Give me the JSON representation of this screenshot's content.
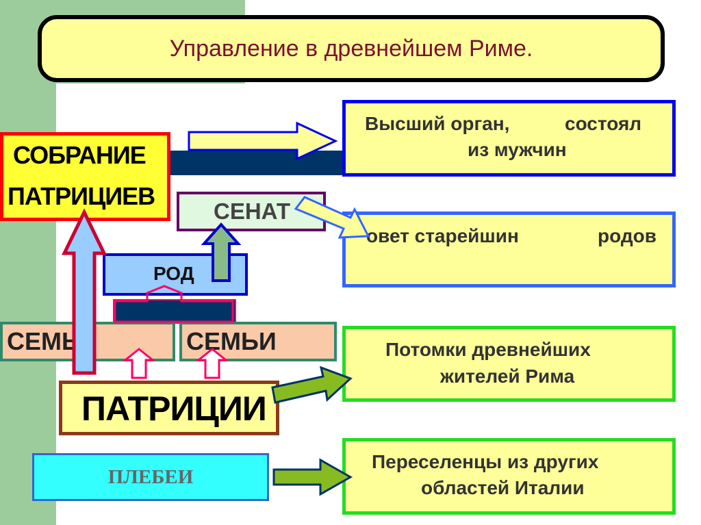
{
  "title": "Управление в древнейшем  Риме.",
  "left": {
    "sobranie_line1": "СОБРАНИЕ",
    "sobranie_line2": "ПАТРИЦИЕВ",
    "senat": "СЕНАТ",
    "rod": "РОД",
    "semi_1": "СЕМЬИ",
    "semi_2": "СЕМЬИ",
    "patricii": "ПАТРИЦИИ",
    "plebei": "ПЛЕБЕИ"
  },
  "descriptions": {
    "d1_part1": "Высший орган,",
    "d1_part2": "состоял",
    "d1_line2": "из мужчин",
    "d2_part1": "овет старейшин",
    "d2_part2": "родов",
    "d3_line1": "Потомки древнейших",
    "d3_line2": "жителей Рима",
    "d4_line1": "Переселенцы из других",
    "d4_line2": "областей Италии"
  },
  "colors": {
    "background_strip": "#9ccc9c",
    "title_fill": "#ffff99",
    "title_text": "#7a1030",
    "sobranie_fill": "#ffff33",
    "sobranie_border": "#ff0000",
    "arrow_green": "#88bb22",
    "arrow_blue": "#99ccff",
    "navy": "#003366"
  }
}
